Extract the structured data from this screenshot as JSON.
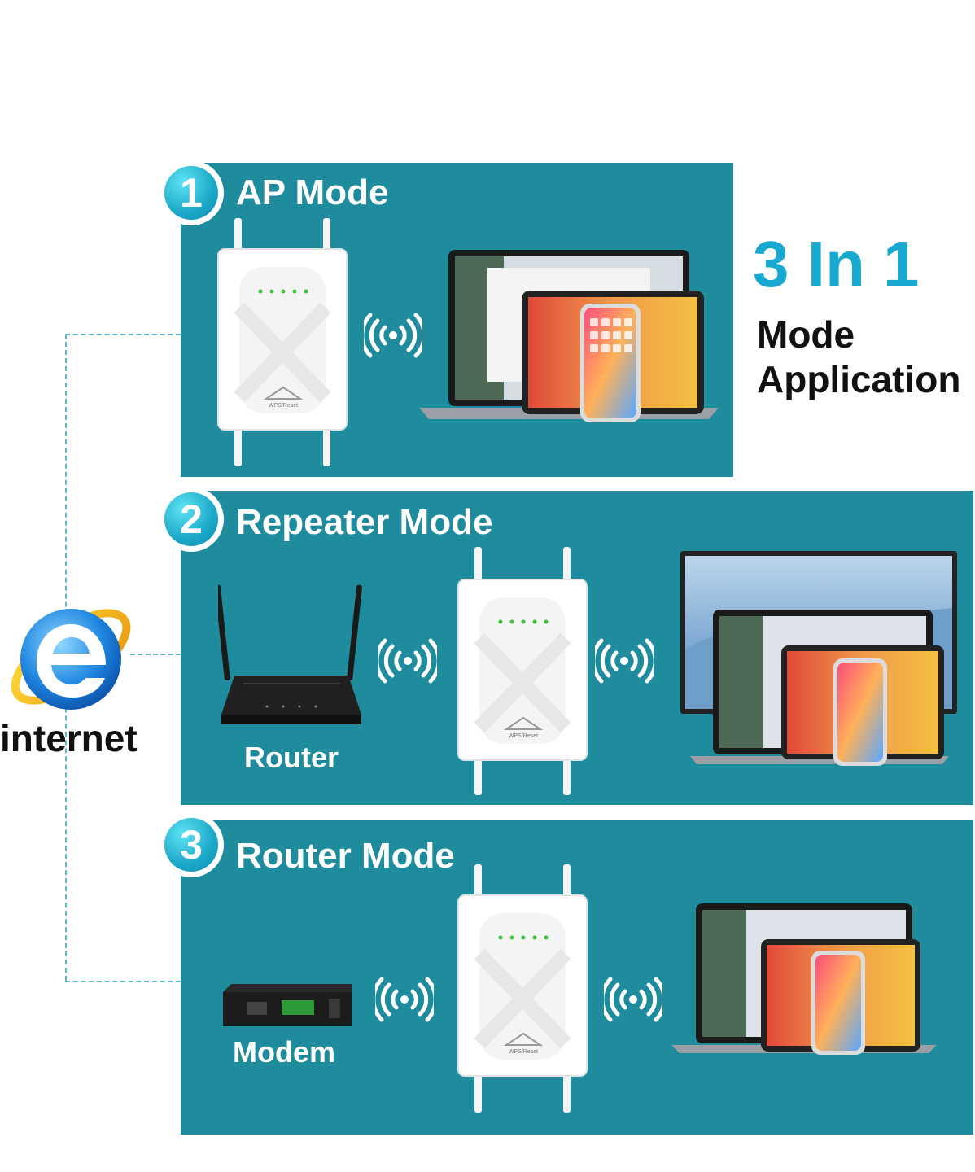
{
  "headline": {
    "title": "3 In 1",
    "line1": "Mode",
    "line2": "Application"
  },
  "internet": {
    "label": "internet",
    "icon": "internet-explorer-icon"
  },
  "modes": [
    {
      "number": "1",
      "title": "AP Mode"
    },
    {
      "number": "2",
      "title": "Repeater Mode",
      "source_label": "Router"
    },
    {
      "number": "3",
      "title": "Router Mode",
      "source_label": "Modem"
    }
  ],
  "extender": {
    "button_text": "WPS/Reset"
  },
  "colors": {
    "panel": "#1e8c9c",
    "accent": "#17a9cf",
    "line": "#5fb7c5"
  }
}
